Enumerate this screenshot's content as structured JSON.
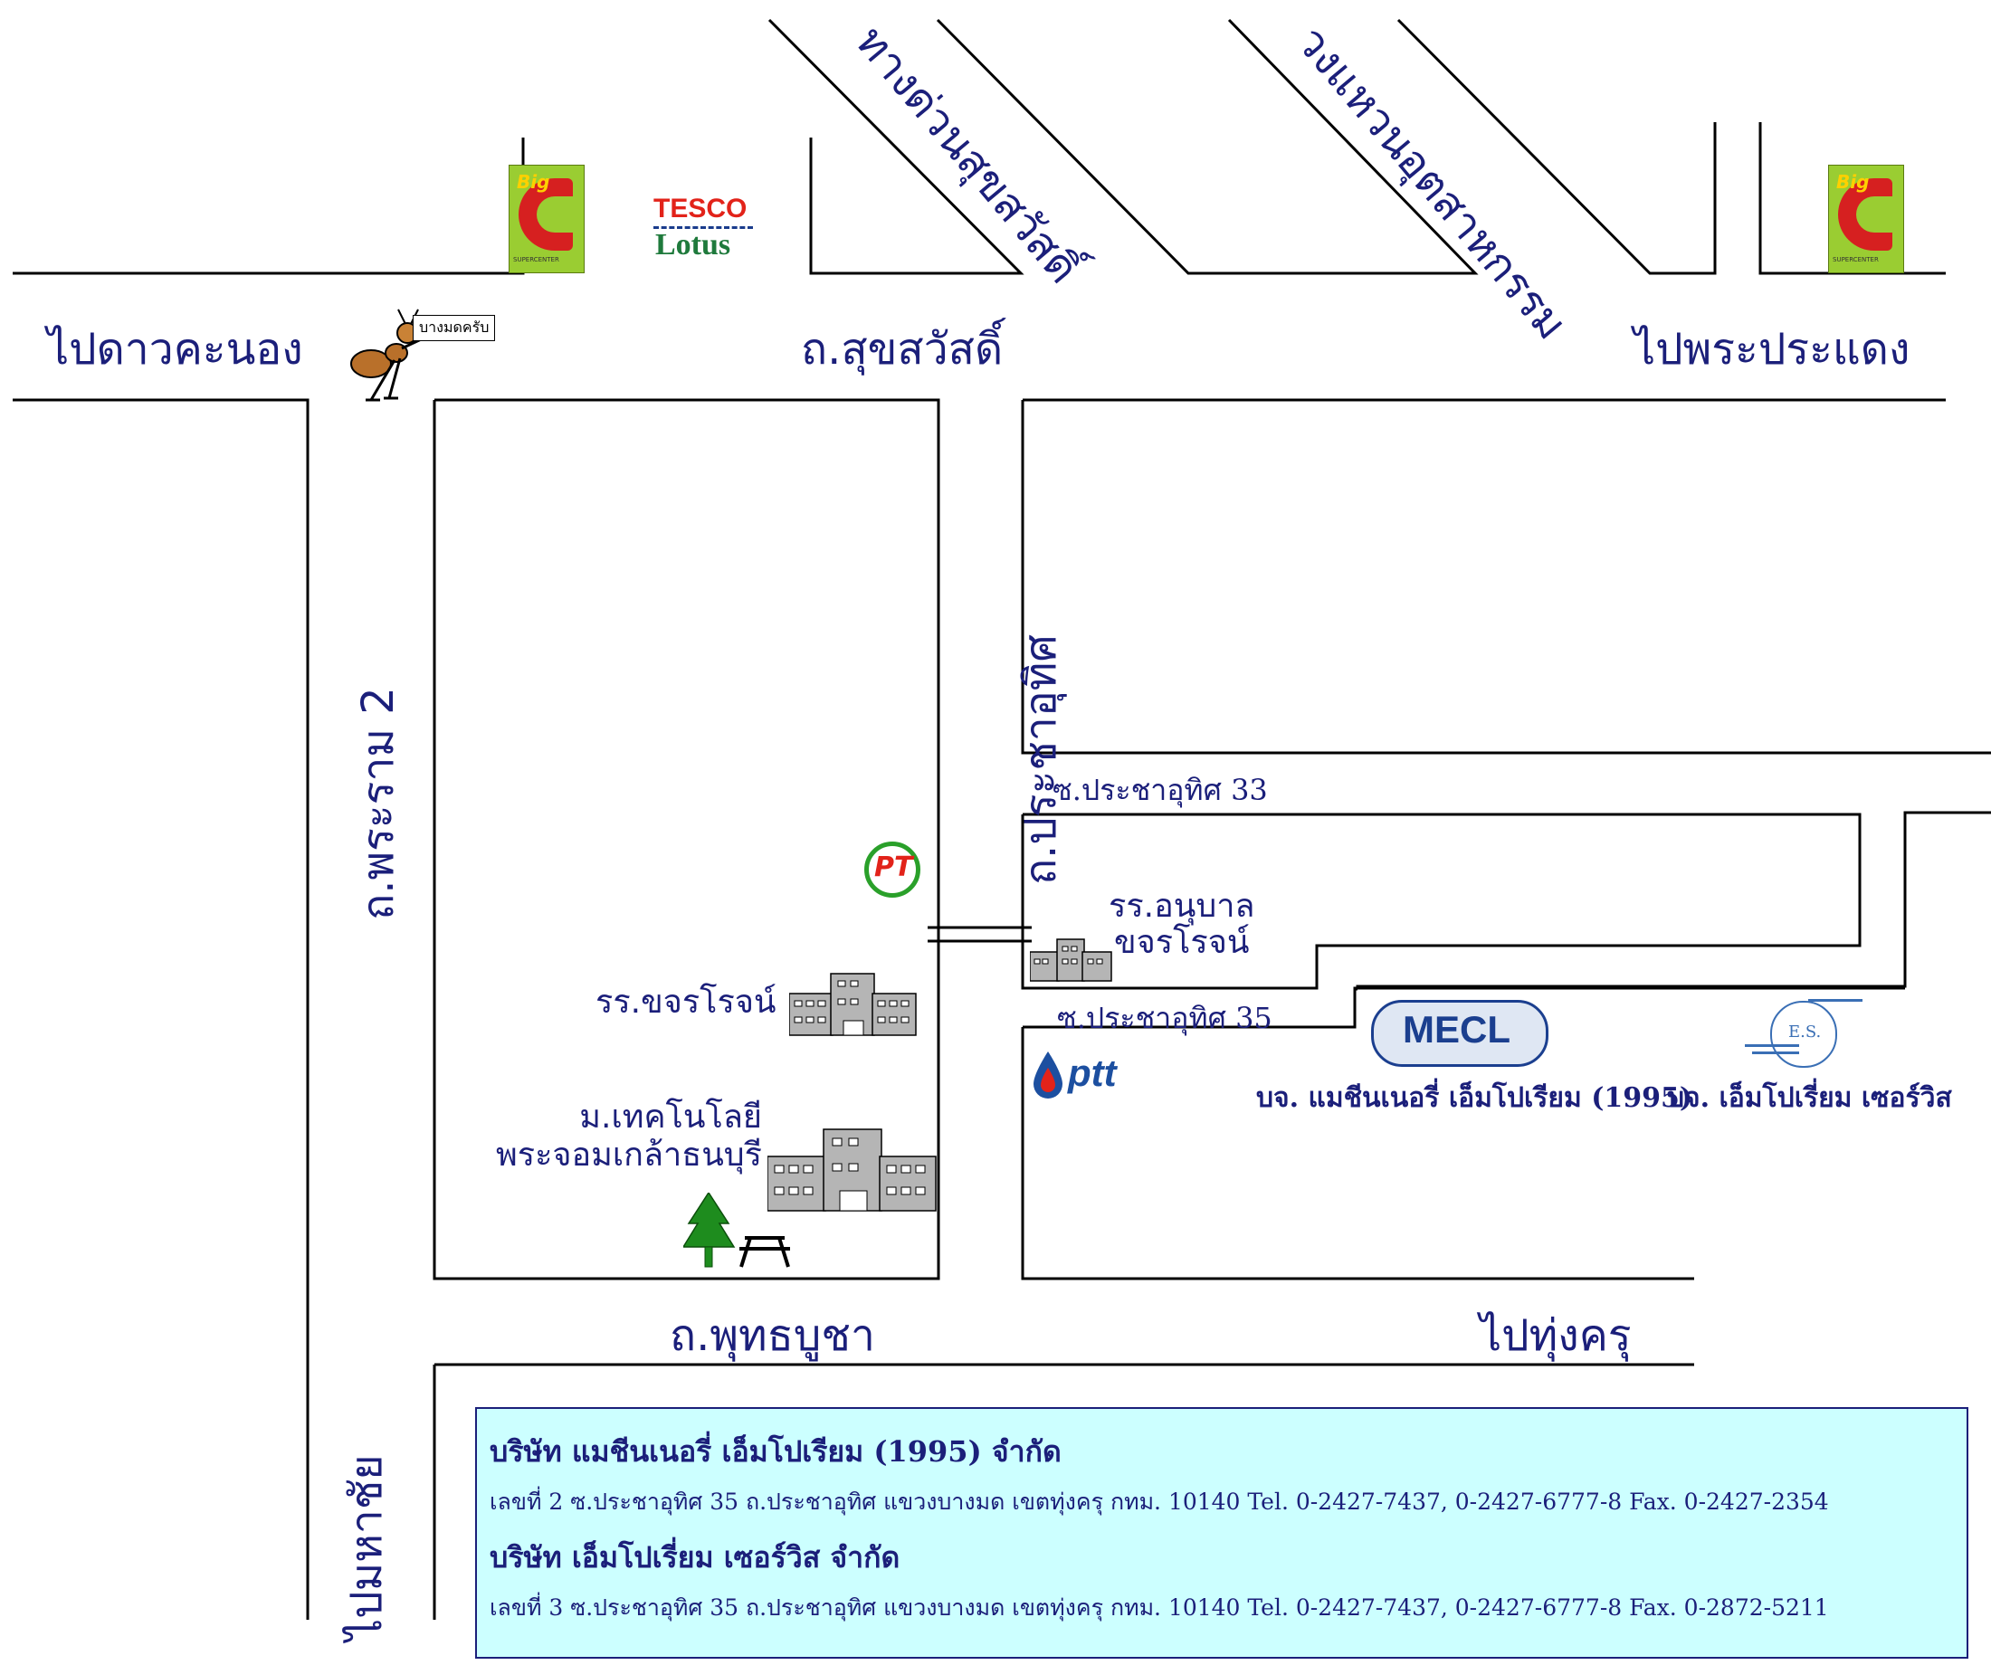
{
  "roads": {
    "sukhumvit_expressway": "ทางด่วนสุขสวัสดิ์",
    "industrial_ring": "วงแหวนอุตสาหกรรม",
    "to_dao_khanong": "ไปดาวคะนอง",
    "suksawat": "ถ.สุขสวัสดิ์",
    "to_phra_pradaeng": "ไปพระประแดง",
    "rama2": "ถ.พระราม 2",
    "prachauthit": "ถ.ประชาอุทิศ",
    "soi33": "ซ.ประชาอุทิศ 33",
    "soi35": "ซ.ประชาอุทิศ 35",
    "phutthabucha": "ถ.พุทธบูชา",
    "to_thung_khru": "ไปทุ่งครุ",
    "to_mahachai": "ไปมหาชัย"
  },
  "landmarks": {
    "ant_sign": "บางมดครับ",
    "kindergarten": [
      "รร.อนุบาล",
      "ขจรโรจน์"
    ],
    "school": "รร.ขจรโรจน์",
    "kmutt": [
      "ม.เทคโนโลยี",
      "พระจอมเกล้าธนบุรี"
    ],
    "tesco_line1": "TESCO",
    "tesco_line2": "Lotus",
    "bigc_word": "Big",
    "bigc_small": "SUPERCENTER",
    "pt_logo": "PT",
    "ptt_logo": "ptt",
    "mecl_logo": "MECL",
    "es_logo": "E.S."
  },
  "companies": {
    "mecl_label": "บจ. แมชีนเนอรี่ เอ็มโปเรียม (1995)",
    "es_label": "บจ. เอ็มโปเรี่ยม เซอร์วิส"
  },
  "info": {
    "c1_title": "บริษัท แมชีนเนอรี่ เอ็มโปเรียม (1995) จำกัด",
    "c1_address": "เลขที่ 2 ซ.ประชาอุทิศ 35 ถ.ประชาอุทิศ แขวงบางมด เขตทุ่งครุ กทม. 10140 Tel. 0-2427-7437, 0-2427-6777-8 Fax. 0-2427-2354",
    "c2_title": "บริษัท เอ็มโปเรี่ยม เซอร์วิส จำกัด",
    "c2_address": "เลขที่ 3 ซ.ประชาอุทิศ 35 ถ.ประชาอุทิศ แขวงบางมด เขตทุ่งครุ กทม. 10140 Tel. 0-2427-7437, 0-2427-6777-8 Fax. 0-2872-5211"
  },
  "colors": {
    "text": "#1b1f7a",
    "info_bg": "#ccffff",
    "building": "#b5b5b5",
    "tree": "#1e8c1e"
  }
}
